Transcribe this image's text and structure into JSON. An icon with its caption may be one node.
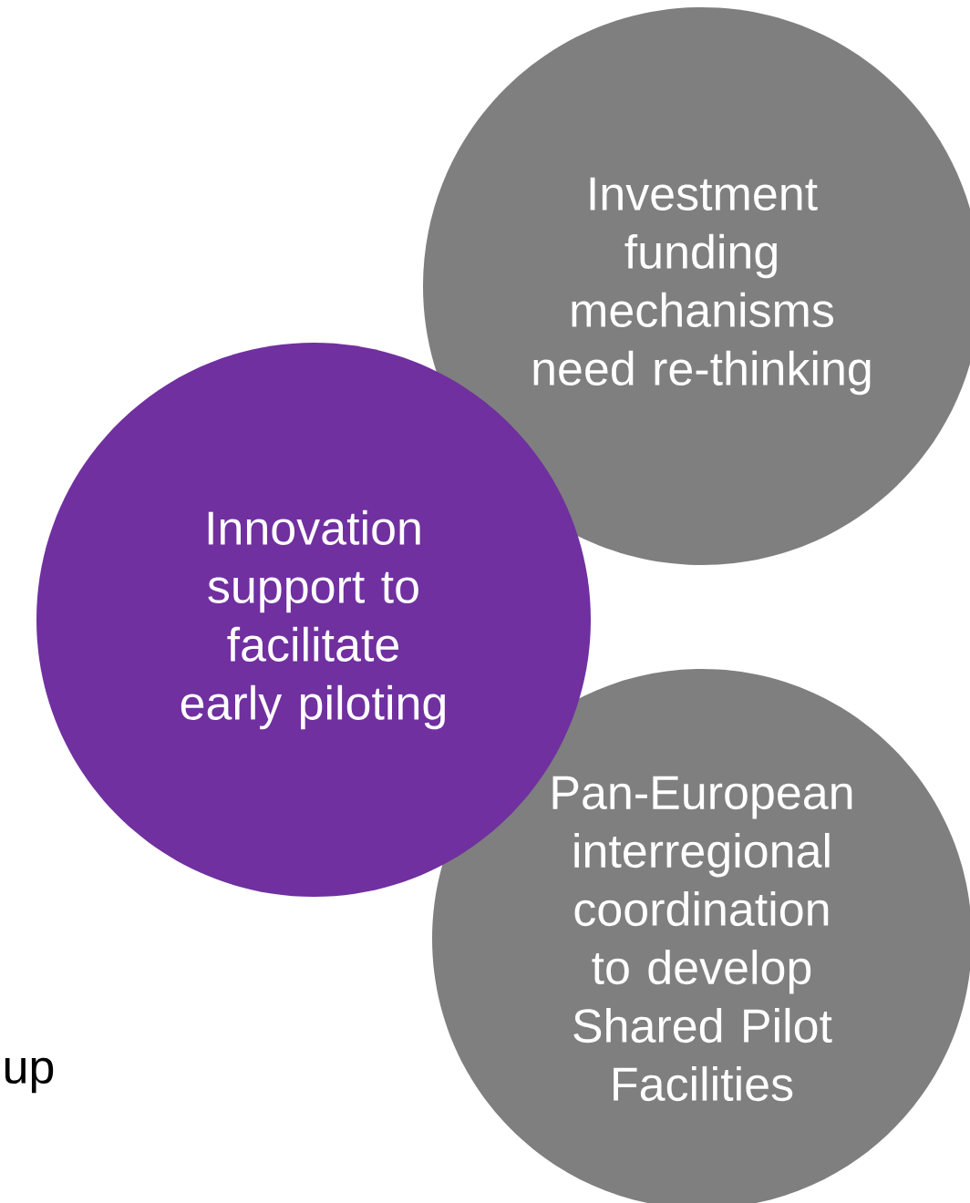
{
  "diagram": {
    "nodes": [
      {
        "text": [
          "Investment funding mechanisms need re-thinking"
        ]
      },
      {
        "text": [
          "Innovation support to facilitate early piloting"
        ]
      },
      {
        "text": [
          "Pan-European interregional coordination to develop Shared Pilot Facilities"
        ]
      }
    ],
    "labels": [
      "up"
    ]
  }
}
